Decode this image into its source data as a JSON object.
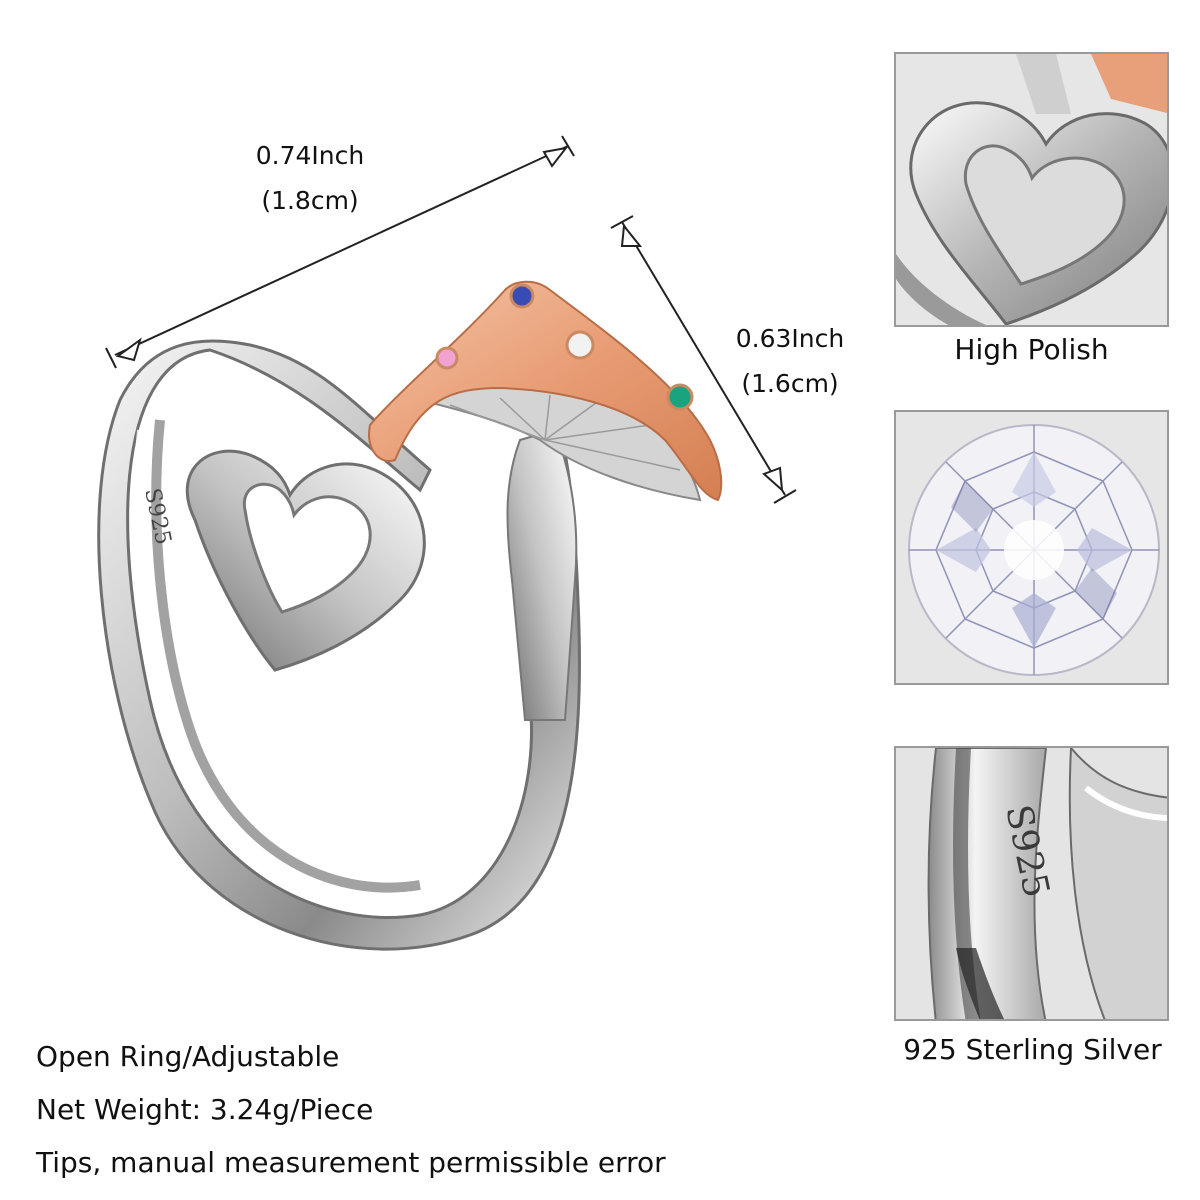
{
  "dimensions": {
    "width": {
      "inch": "0.74Inch",
      "cm": "(1.8cm)"
    },
    "height": {
      "inch": "0.63Inch",
      "cm": "(1.6cm)"
    }
  },
  "ring_engraving": "S925",
  "details": [
    {
      "caption": "High Polish",
      "icon": "heart-closeup"
    },
    {
      "caption": "",
      "icon": "round-cut-gem"
    },
    {
      "caption": "925 Sterling Silver",
      "icon": "s925-stamp-closeup",
      "engraving": "S925"
    }
  ],
  "specs": [
    "Open Ring/Adjustable",
    "Net Weight: 3.24g/Piece",
    "Tips, manual measurement permissible error"
  ],
  "colors": {
    "silver": "#d9d9d9",
    "rose_gold": "#e8a07a",
    "panel_border": "#9a9a9a"
  }
}
